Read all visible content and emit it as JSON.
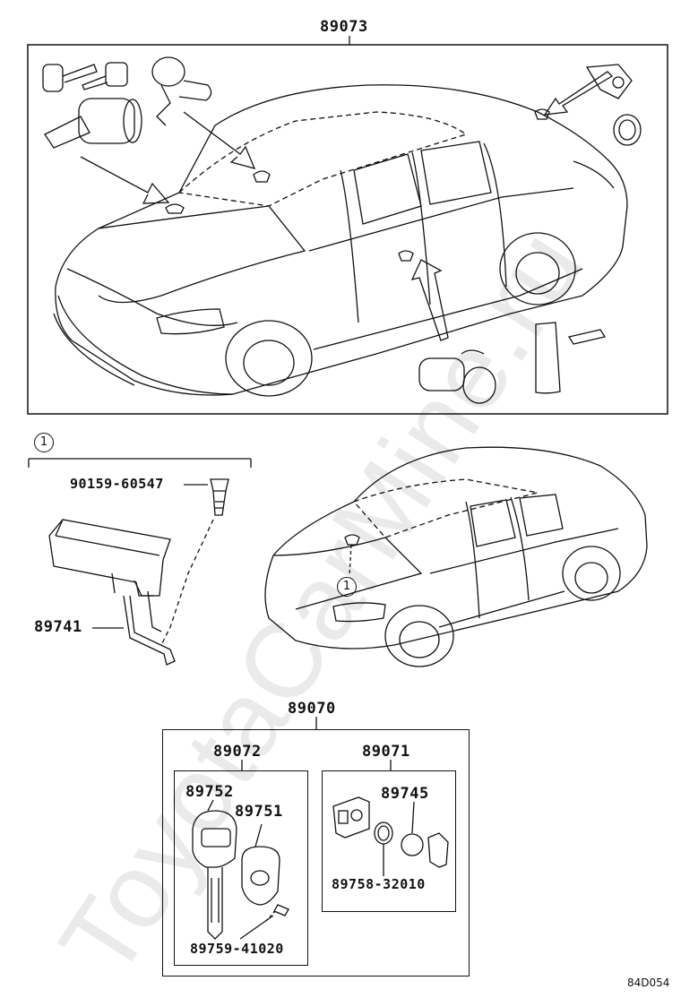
{
  "parts": {
    "kit_main": "89073",
    "ref_circle": "1",
    "bolt": "90159-60547",
    "ecu_bracket": "89741",
    "key_set": "89070",
    "key_assy": "89072",
    "transmitter": "89071",
    "key_blank": "89752",
    "transmitter_housing": "89751",
    "screw": "89759-41020",
    "battery": "89745",
    "oring": "89758-32010"
  },
  "watermark": "ToyotaCarMine.ru",
  "diagram_code": "84D054"
}
